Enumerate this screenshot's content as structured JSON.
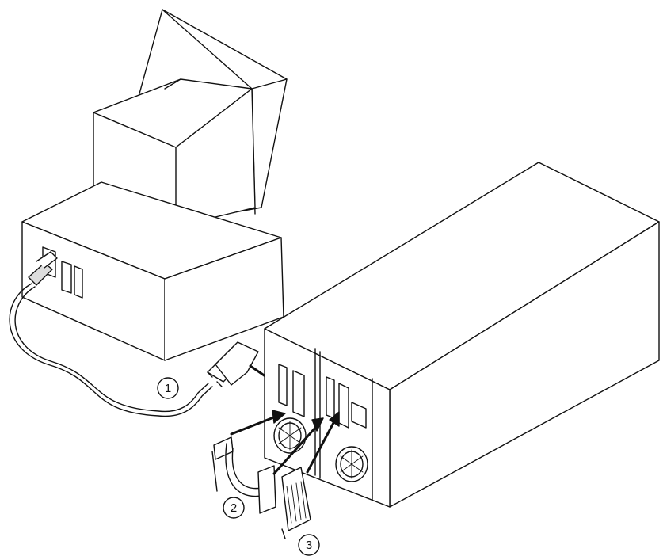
{
  "diagram": {
    "callouts": [
      {
        "label": "1"
      },
      {
        "label": "2"
      },
      {
        "label": "3"
      }
    ]
  }
}
